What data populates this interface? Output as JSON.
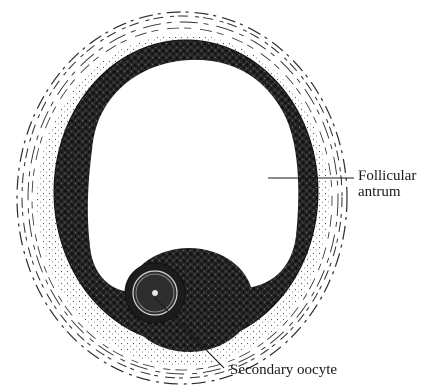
{
  "labels": {
    "follicular_antrum": [
      "Follicular",
      "antrum"
    ],
    "secondary_oocyte": "Secondary oocyte"
  },
  "colors": {
    "background": "#ffffff",
    "ink": "#1a1a1a",
    "granulosa": "#2b2b2b",
    "theca_stipple": "#555555",
    "antrum_fluid": "#ffffff"
  }
}
